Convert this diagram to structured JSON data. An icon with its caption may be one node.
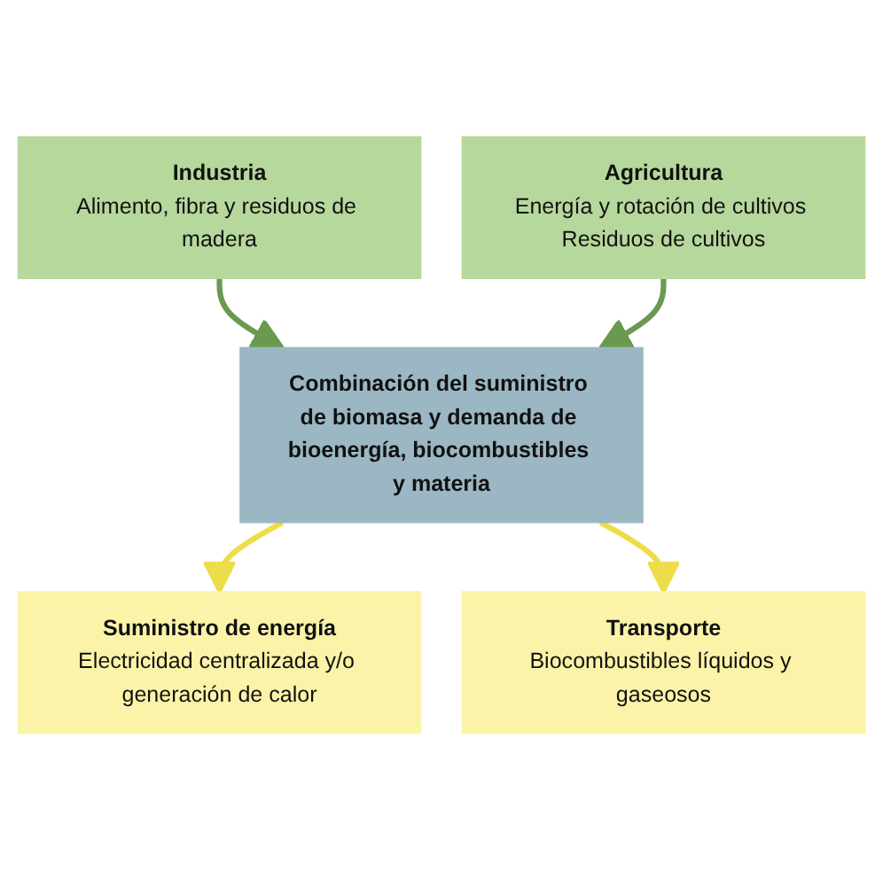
{
  "diagram": {
    "nodes": [
      {
        "text": [
          "Industria",
          "Alimento, fibra y residuos de madera"
        ]
      },
      {
        "text": [
          "Agricultura",
          "Energía y rotación de cultivos Residuos de cultivos"
        ]
      },
      {
        "text": [
          "Combinación del suministro de biomasa y demanda de bioenergía, biocombustibles y materia"
        ]
      },
      {
        "text": [
          "Suministro de energía",
          "Electricidad centralizada y/o generación de calor"
        ]
      },
      {
        "text": [
          "Transporte",
          "Biocombustibles líquidos y gaseosos"
        ]
      }
    ],
    "edges": [
      {
        "from": 0,
        "to": 2,
        "arrow": "to",
        "color": "#6a9a50"
      },
      {
        "from": 1,
        "to": 2,
        "arrow": "to",
        "color": "#6a9a50"
      },
      {
        "from": 2,
        "to": 3,
        "arrow": "to",
        "color": "#eedd4a"
      },
      {
        "from": 2,
        "to": 4,
        "arrow": "to",
        "color": "#eedd4a"
      }
    ]
  }
}
